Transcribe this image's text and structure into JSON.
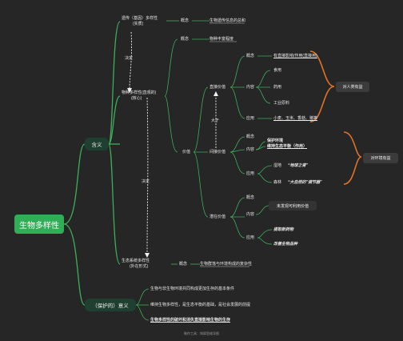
{
  "root": "生物多样性",
  "l1": {
    "meaning": "含义",
    "significance": "（保护的）意义"
  },
  "genetic": {
    "label1": "遗传（基因）多样性",
    "label2": "(实质)",
    "concept": "概念",
    "concept_text": "生物遗传信息的总和"
  },
  "species": {
    "label1": "物种多样性(直观的)",
    "label2": "(核心)",
    "concept": "概念",
    "concept_text": "物种丰富程度"
  },
  "ecosystem": {
    "label1": "生态系统多样性",
    "label2": "(外在形式)",
    "concept": "概念",
    "concept_text": "生物群落与环境构成的复杂性"
  },
  "arrows": {
    "determine": "决定",
    "decide": "决定",
    "greater": "大于"
  },
  "value": {
    "label": "价值",
    "direct": {
      "label": "直接价值",
      "concept": "概念",
      "concept_text": "有直接影响/作用(直接用)",
      "content": "内容",
      "items": [
        "食用",
        "药用",
        "工业原料"
      ],
      "application": "应用",
      "application_text": "小麦、玉米、香菇、猪等",
      "bubble": "对人类有益"
    },
    "indirect": {
      "label": "间接价值",
      "concept": "概念",
      "content": "内容",
      "c1": "保护环境",
      "c2": "维持生态平衡（作用）",
      "application": "应用",
      "app1_a": "湿地",
      "app1_b": "“地球之肾”",
      "app2_a": "森林",
      "app2_b": "“大自然的”调节器”",
      "bubble": "对环境有益"
    },
    "potential": {
      "label": "潜在价值",
      "concept": "概念",
      "concept_text": "未发现可利用价值",
      "content": "内容",
      "application": "应用",
      "app1": "提取新药物",
      "app2": "改善生物品种"
    }
  },
  "sig": [
    "生物与非生物环境共同构成更加生存的基本条件",
    "维持生物多样性，是生态平衡的基础，是社会发展的前提",
    "生物多样性的破坏和消失直接影响生物的生存"
  ],
  "footer": "制作工具：知犀思维导图"
}
